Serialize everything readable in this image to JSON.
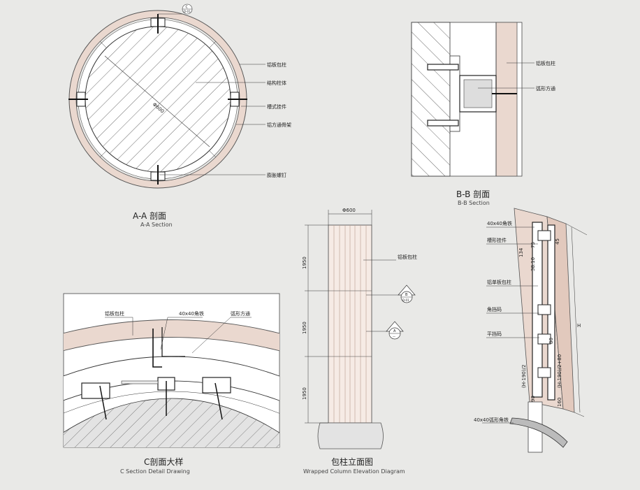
{
  "section_aa": {
    "title": "A-A  剖面",
    "subtitle": "A-A Section",
    "diameter": "Φ600",
    "callout_top": "C",
    "callout_bottom": "D-01",
    "labels": [
      "铝板包柱",
      "结构柱体",
      "槽式挂件",
      "铝方通骨架",
      "膨胀螺钉"
    ]
  },
  "section_bb": {
    "title": "B-B  剖面",
    "subtitle": "B-B Section",
    "labels": [
      "铝板包柱",
      "弧形方通"
    ]
  },
  "section_c": {
    "title": "C剖面大样",
    "subtitle": "C Section Detail Drawing",
    "labels": [
      "铝板包柱",
      "40x40角铁",
      "弧形方通"
    ]
  },
  "elevation": {
    "title": "包柱立面图",
    "subtitle": "Wrapped Column Elevation Diagram",
    "top_dim": "Φ600",
    "dims": [
      "1950",
      "1950",
      "1950"
    ],
    "label": "铝板包柱",
    "callout_b": {
      "letter": "B",
      "ref": "D-01"
    },
    "callout_a": {
      "letter": "A",
      "ref": "—"
    }
  },
  "iso": {
    "labels": [
      "40x40角铁",
      "槽形挂件",
      "铝单板包柱",
      "角挡码",
      "平挡码",
      "40x40弧形角铁"
    ],
    "dims": [
      "134",
      "75",
      "38.10",
      "45",
      "H",
      "(H-190)/2",
      "(H-190)/2+80",
      "90",
      "160",
      "80"
    ]
  },
  "colors": {
    "panel": "#ead8cf",
    "panel_edge": "#c9a999",
    "concrete": "#ffffff",
    "hatch": "#333333",
    "frame_bg": "#ffffff"
  }
}
